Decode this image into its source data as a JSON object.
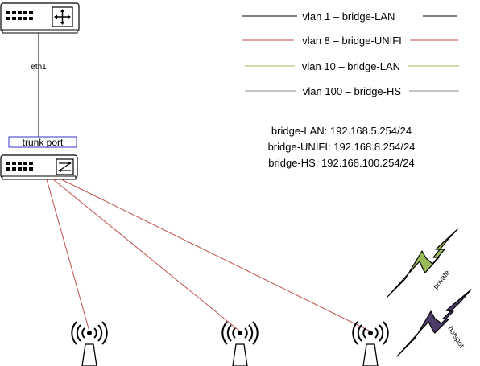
{
  "colors": {
    "vlan1": "#000000",
    "vlan8": "#c0504d",
    "vlan10": "#9bbb59",
    "vlan100": "#8c8c8c",
    "trunk_box": "#3333cc",
    "private_bolt": "#9bbb59",
    "hotspot_bolt": "#4b3b66"
  },
  "legend": [
    {
      "id": "vlan1",
      "label": "vlan 1 – bridge-LAN",
      "color": "#000000"
    },
    {
      "id": "vlan8",
      "label": "vlan 8 – bridge-UNIFI",
      "color": "#c0504d"
    },
    {
      "id": "vlan10",
      "label": "vlan 10 – bridge-LAN",
      "color": "#9bbb59"
    },
    {
      "id": "vlan100",
      "label": "vlan 100 – bridge-HS",
      "color": "#8c8c8c"
    }
  ],
  "subnets": [
    "bridge-LAN: 192.168.5.254/24",
    "bridge-UNIFI: 192.168.8.254/24",
    "bridge-HS: 192.168.100.254/24"
  ],
  "link_label": "eth1",
  "trunk_label": "trunk port",
  "bolts": {
    "private": "private",
    "hotspot": "hotspot"
  },
  "devices": {
    "router_icon": "router-icon",
    "switch_icon": "switch-icon",
    "access_point_icon": "access-point-icon",
    "access_point_count": 3
  }
}
